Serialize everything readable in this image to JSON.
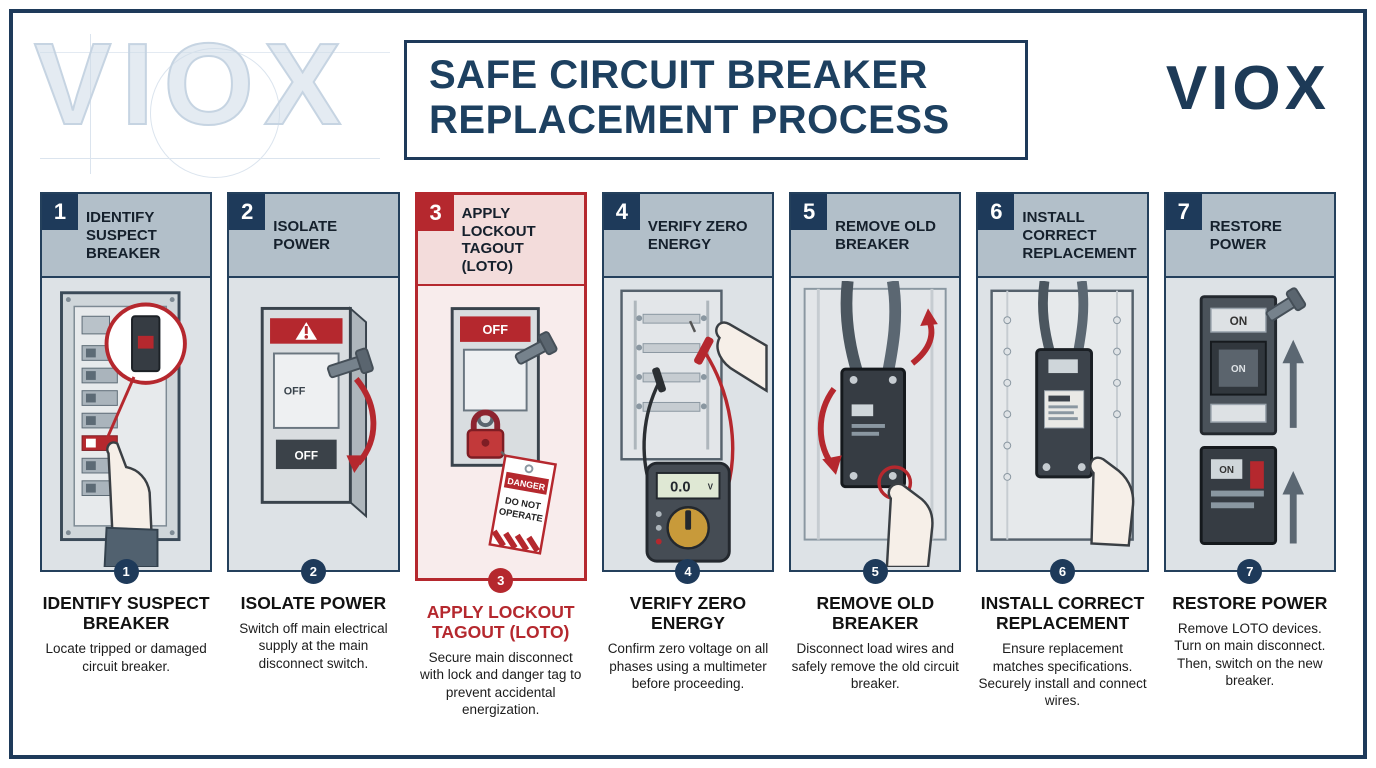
{
  "header": {
    "title_line1": "SAFE CIRCUIT BREAKER",
    "title_line2": "REPLACEMENT PROCESS",
    "brand": "VIOX",
    "watermark": "VIOX"
  },
  "colors": {
    "navy": "#1e3a5a",
    "red": "#b5282e",
    "header_gray": "#b2bfc9",
    "panel_gray": "#dde2e6",
    "highlight_header": "#f3dcdb",
    "highlight_panel": "#f8ecec"
  },
  "steps": [
    {
      "num": "1",
      "header_title": "IDENTIFY SUSPECT BREAKER",
      "footer_title": "IDENTIFY SUSPECT BREAKER",
      "description": "Locate tripped or damaged circuit breaker.",
      "highlight": false
    },
    {
      "num": "2",
      "header_title": "ISOLATE POWER",
      "footer_title": "ISOLATE POWER",
      "description": "Switch off main electrical supply at the main disconnect switch.",
      "highlight": false,
      "illustration_labels": {
        "off_top": "OFF",
        "off_bottom": "OFF"
      }
    },
    {
      "num": "3",
      "header_title": "APPLY LOCKOUT TAGOUT (LOTO)",
      "footer_title": "APPLY LOCKOUT TAGOUT (LOTO)",
      "description": "Secure main disconnect with lock and danger tag to prevent accidental energization.",
      "highlight": true,
      "illustration_labels": {
        "off": "OFF",
        "tag_danger": "DANGER",
        "tag_line1": "DO NOT",
        "tag_line2": "OPERATE"
      }
    },
    {
      "num": "4",
      "header_title": "VERIFY ZERO ENERGY",
      "footer_title": "VERIFY ZERO ENERGY",
      "description": "Confirm zero voltage on all phases using a multimeter before proceeding.",
      "highlight": false,
      "illustration_labels": {
        "meter_reading": "0.0",
        "meter_unit": "V"
      }
    },
    {
      "num": "5",
      "header_title": "REMOVE OLD BREAKER",
      "footer_title": "REMOVE OLD BREAKER",
      "description": "Disconnect load wires and safely remove the old circuit breaker.",
      "highlight": false
    },
    {
      "num": "6",
      "header_title": "INSTALL CORRECT REPLACEMENT",
      "footer_title": "INSTALL CORRECT REPLACEMENT",
      "description": "Ensure replacement matches specifications. Securely install and connect wires.",
      "highlight": false
    },
    {
      "num": "7",
      "header_title": "RESTORE POWER",
      "footer_title": "RESTORE POWER",
      "description": "Remove LOTO devices. Turn on main disconnect. Then, switch on the new breaker.",
      "highlight": false,
      "illustration_labels": {
        "on_top": "ON",
        "on_mid": "ON",
        "on_bottom": "ON"
      }
    }
  ]
}
